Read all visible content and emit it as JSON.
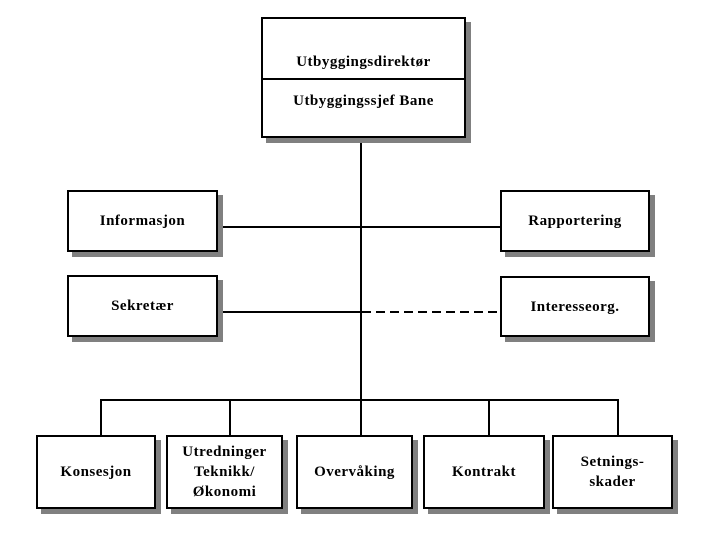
{
  "org_chart": {
    "root_box": {
      "top_label": "Utbyggingsdirektør",
      "bottom_label": "Utbyggingssjef Bane"
    },
    "side_boxes": {
      "informasjon": "Informasjon",
      "sekretaer": "Sekretær",
      "rapportering": "Rapportering",
      "interesseorg": "Interesseorg."
    },
    "bottom_boxes": {
      "konsesjon": "Konsesjon",
      "utredninger": "Utredninger\nTeknikk/\nØkonomi",
      "overvaking": "Overvåking",
      "kontrakt": "Kontrakt",
      "setningsskader": "Setnings-\nskader"
    },
    "colors": {
      "background": "#ffffff",
      "box_fill": "#ffffff",
      "box_border": "#000000",
      "box_shadow": "#808080",
      "connector": "#000000",
      "text": "#000000"
    },
    "connector_styles": {
      "sekretaer_to_center": "solid",
      "center_to_interesseorg": "dashed"
    }
  }
}
